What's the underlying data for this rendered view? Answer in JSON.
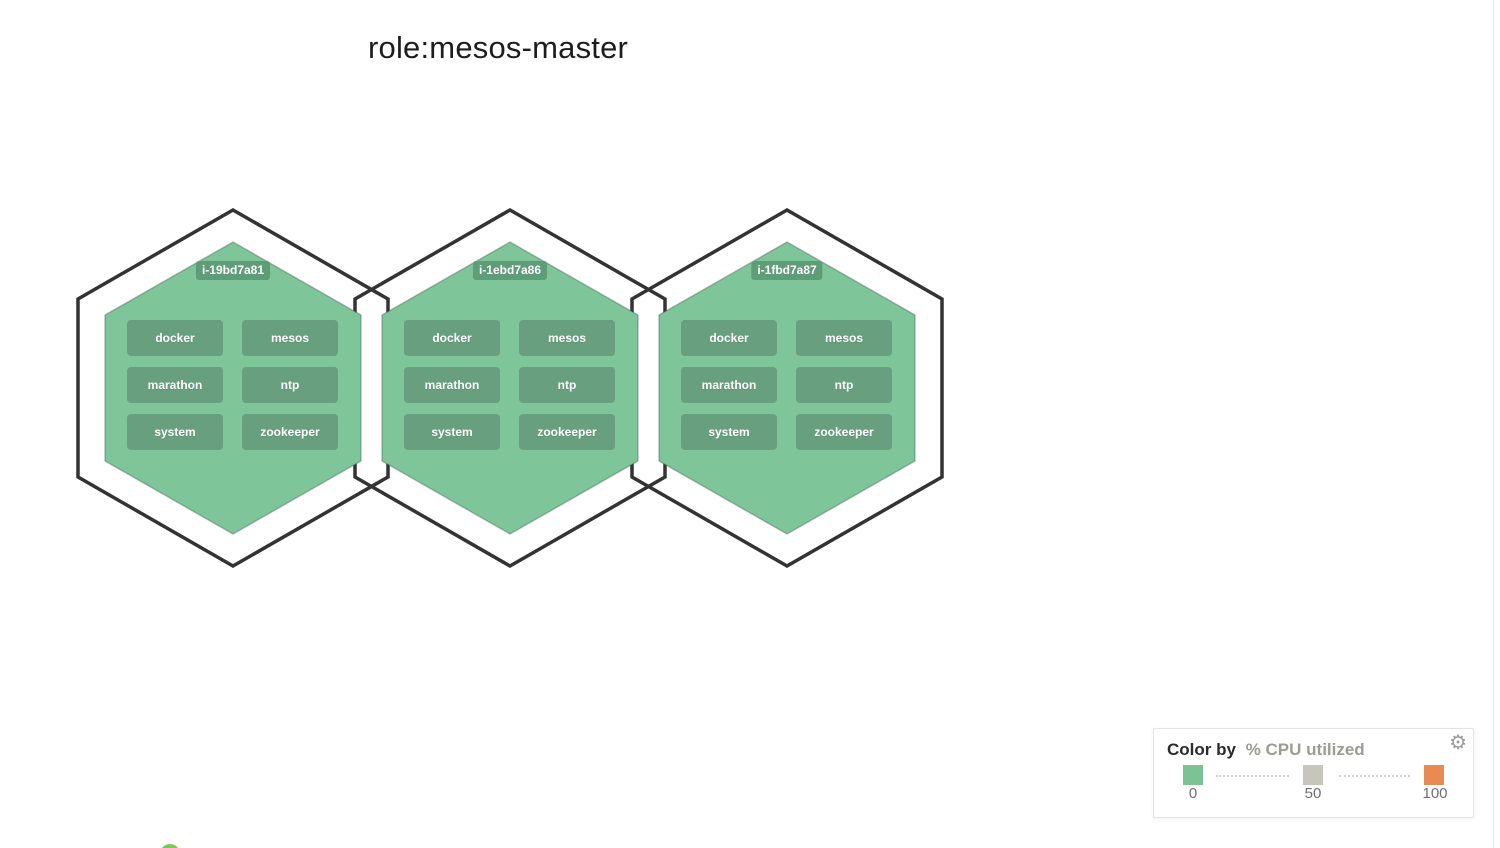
{
  "page": {
    "title": "role:mesos-master"
  },
  "hosts": [
    {
      "id": "i-19bd7a81",
      "tags": [
        "docker",
        "mesos",
        "marathon",
        "ntp",
        "system",
        "zookeeper"
      ]
    },
    {
      "id": "i-1ebd7a86",
      "tags": [
        "docker",
        "mesos",
        "marathon",
        "ntp",
        "system",
        "zookeeper"
      ]
    },
    {
      "id": "i-1fbd7a87",
      "tags": [
        "docker",
        "mesos",
        "marathon",
        "ntp",
        "system",
        "zookeeper"
      ]
    }
  ],
  "legend": {
    "color_by_label": "Color by",
    "metric_label": "% CPU utilized",
    "ticks": [
      "0",
      "50",
      "100"
    ],
    "gear_icon": "⚙",
    "swatch_colors": {
      "low": "#7cc294",
      "mid": "#c6c6bc",
      "high": "#e98a52"
    }
  },
  "colors": {
    "host_fill": "#7fc59a",
    "host_outline": "#333333",
    "tag_bg": "#689f7e",
    "label_bg": "#5f9c78",
    "clipped_dot": "#7dc855"
  }
}
